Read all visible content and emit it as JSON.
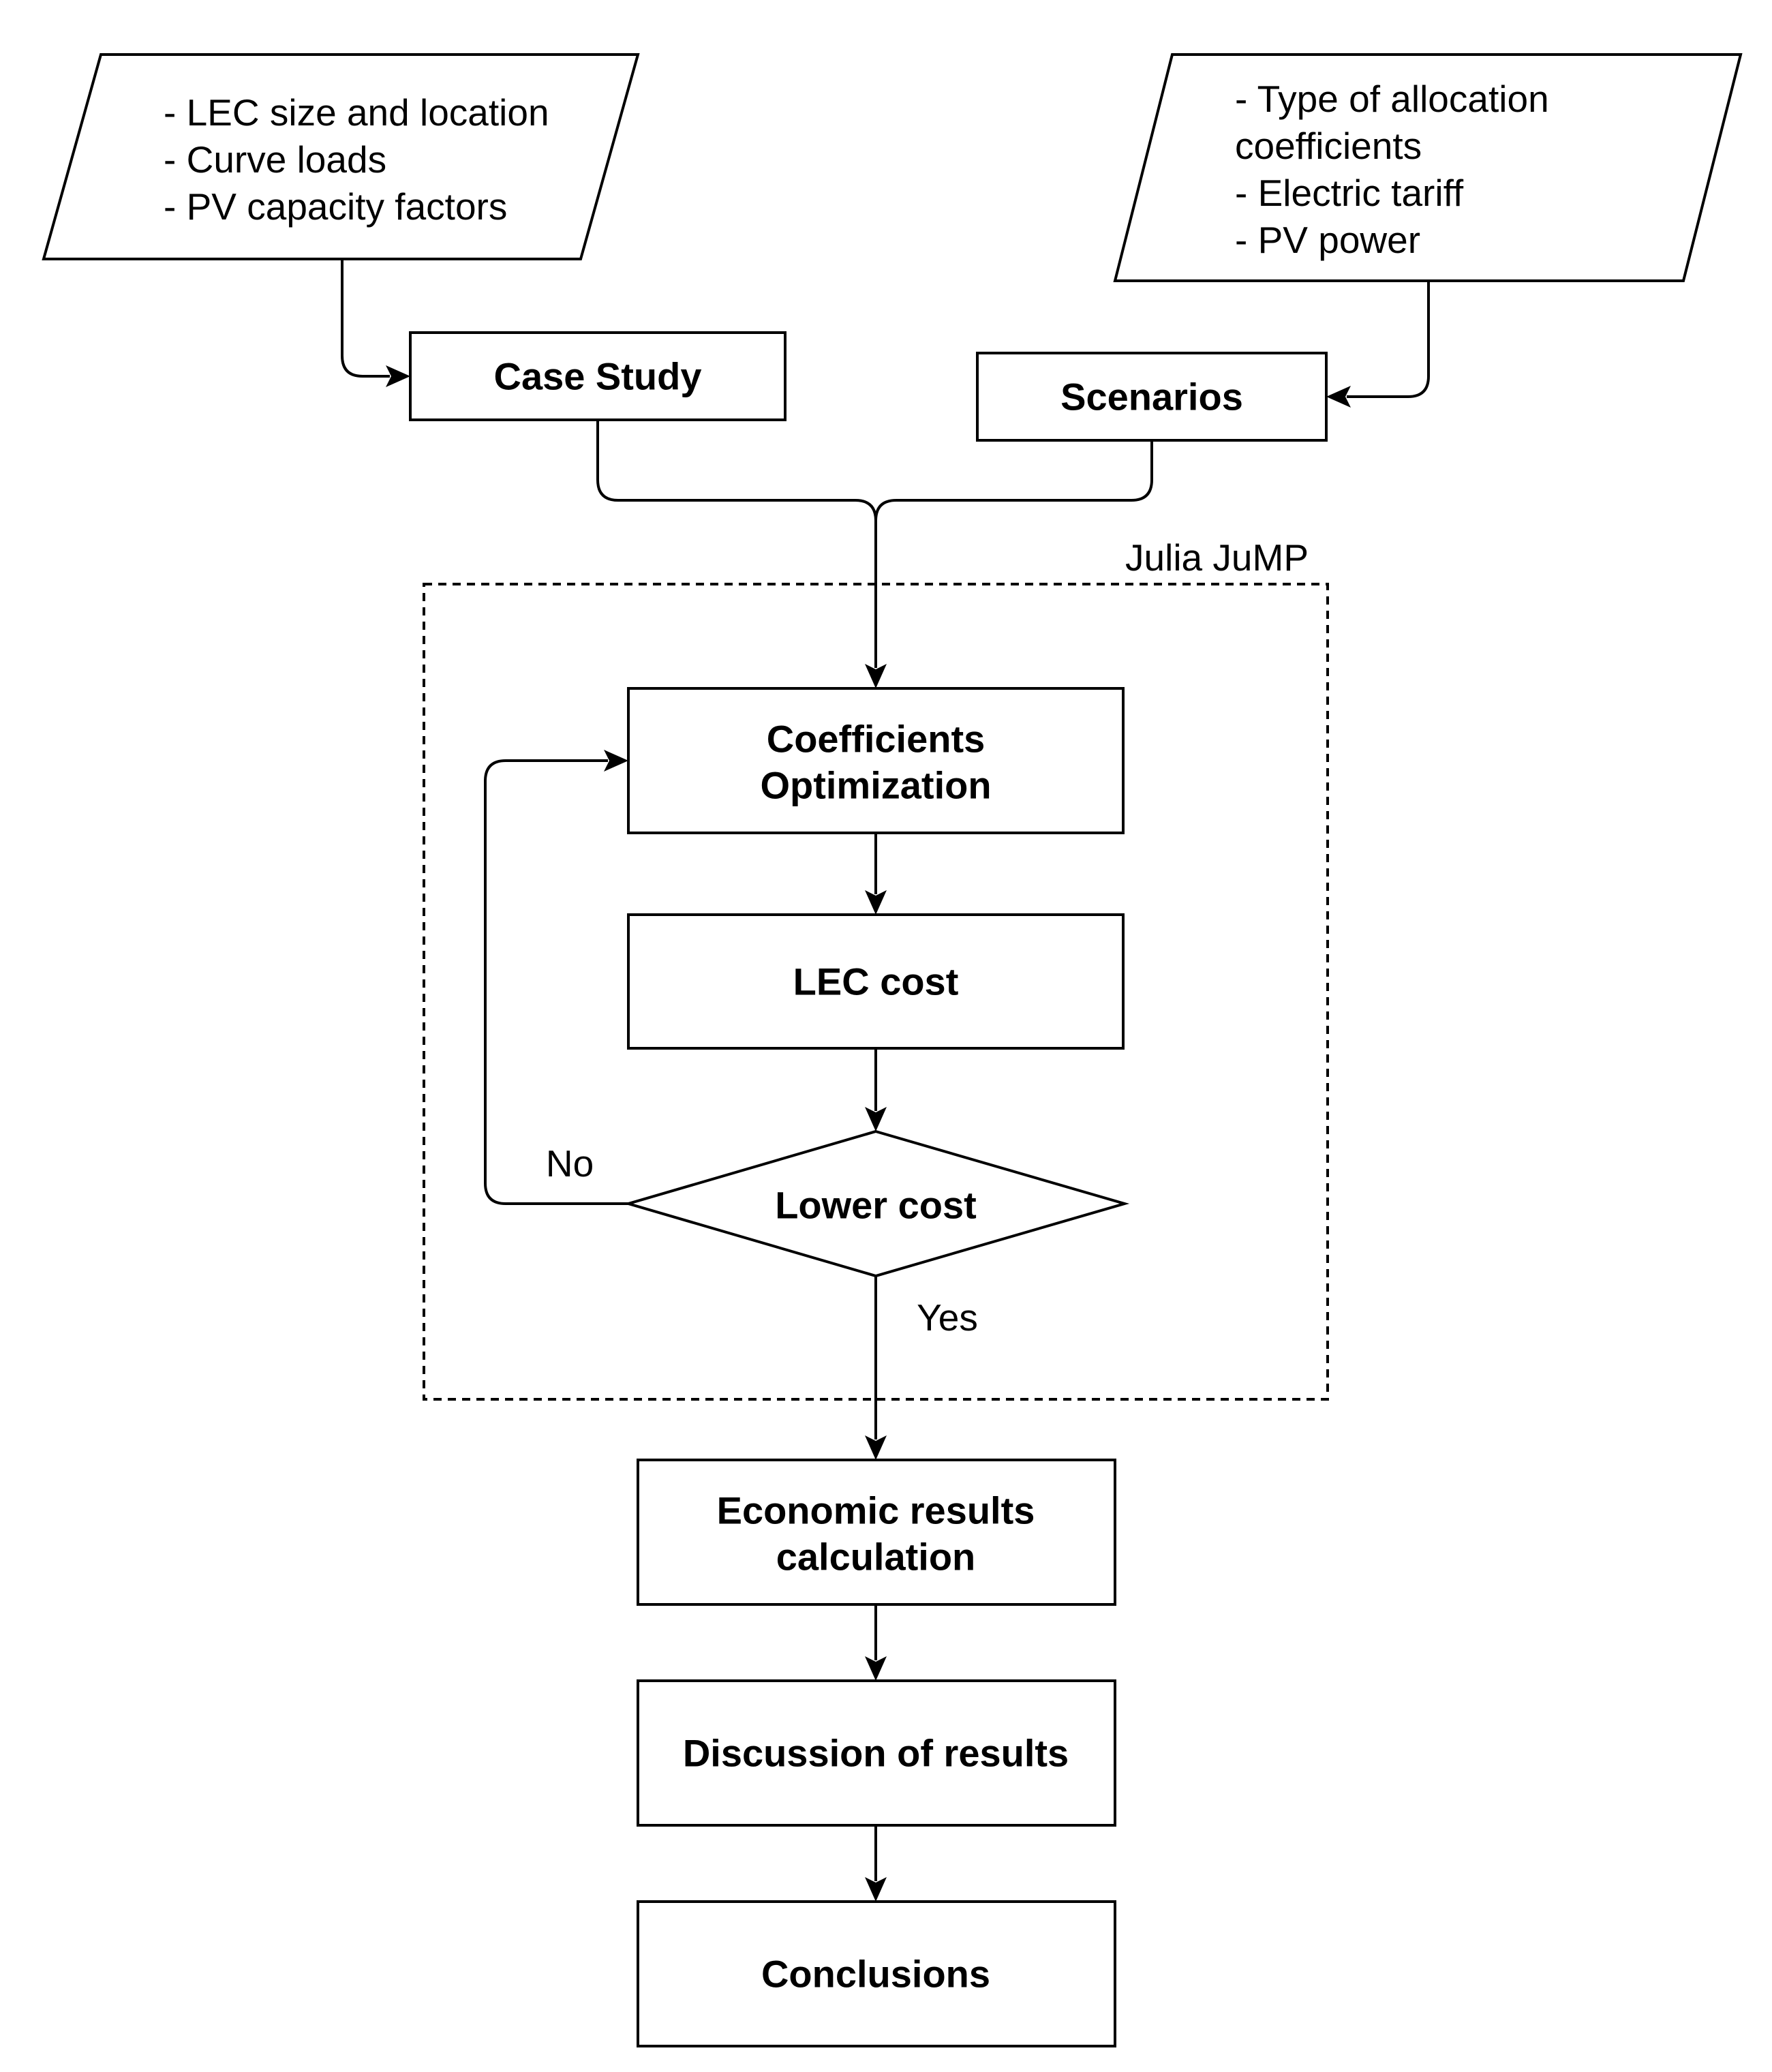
{
  "inputs": {
    "left": {
      "lines": [
        "- LEC size and location",
        "- Curve loads",
        "- PV capacity factors"
      ]
    },
    "right": {
      "lines": [
        "- Type of allocation",
        "coefficients",
        "- Electric tariff",
        "- PV power"
      ]
    }
  },
  "boxes": {
    "case_study": "Case Study",
    "scenarios": "Scenarios",
    "coefficients": [
      "Coefficients",
      "Optimization"
    ],
    "lec_cost": "LEC cost",
    "decision": "Lower cost",
    "economic": [
      "Economic results",
      "calculation"
    ],
    "discussion": "Discussion of results",
    "conclusions": "Conclusions"
  },
  "container": {
    "label": "Julia JuMP"
  },
  "edges": {
    "no": "No",
    "yes": "Yes"
  }
}
